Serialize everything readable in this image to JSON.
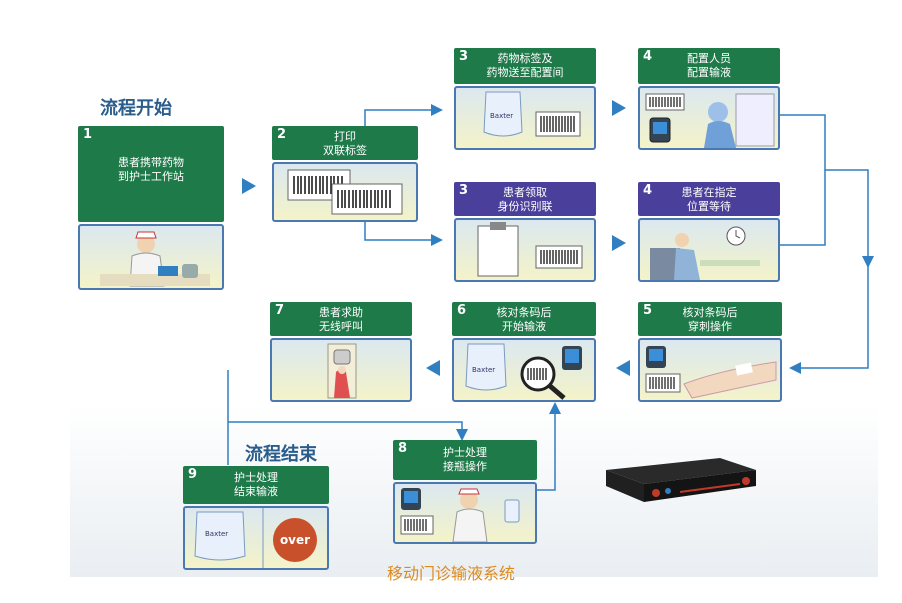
{
  "start_label": "流程开始",
  "end_label": "流程结束",
  "caption": "移动门诊输液系统",
  "steps": [
    {
      "num": "1",
      "text": "患者携带药物\n到护士工作站",
      "color": "green"
    },
    {
      "num": "2",
      "text": "打印\n双联标签",
      "color": "green"
    },
    {
      "num": "3",
      "text": "药物标签及\n药物送至配置间",
      "color": "green"
    },
    {
      "num": "4",
      "text": "配置人员\n配置输液",
      "color": "green"
    },
    {
      "num": "3",
      "text": "患者领取\n身份识别联",
      "color": "purple"
    },
    {
      "num": "4",
      "text": "患者在指定\n位置等待",
      "color": "purple"
    },
    {
      "num": "5",
      "text": "核对条码后\n穿刺操作",
      "color": "green"
    },
    {
      "num": "6",
      "text": "核对条码后\n开始输液",
      "color": "green"
    },
    {
      "num": "7",
      "text": "患者求助\n无线呼叫",
      "color": "green"
    },
    {
      "num": "8",
      "text": "护士处理\n接瓶操作",
      "color": "green"
    },
    {
      "num": "9",
      "text": "护士处理\n结束输液",
      "color": "green"
    }
  ],
  "bag_brand": "Baxter",
  "over_label": "over",
  "colors": {
    "green": "#1f7a4a",
    "purple": "#4a3f9a",
    "arrow": "#2f7fc1",
    "caption": "#e08a1a"
  }
}
